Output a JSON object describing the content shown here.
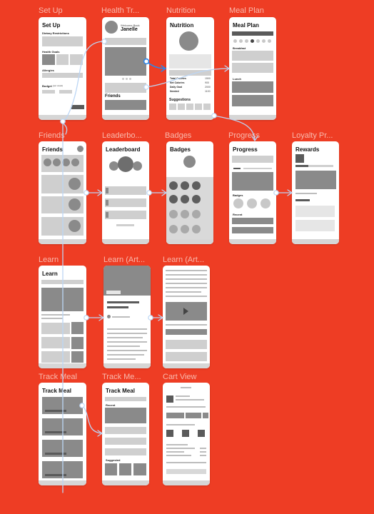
{
  "labels": {
    "setup": "Set Up",
    "health": "Health Tr...",
    "nutrition": "Nutrition",
    "mealplan": "Meal Plan",
    "friends": "Friends",
    "leaderboard": "Leaderbo...",
    "badges": "Badges",
    "progress": "Progress",
    "loyalty": "Loyalty Pr...",
    "learn": "Learn",
    "learn_art1": "Learn (Art...",
    "learn_art2": "Learn (Art...",
    "track_meal": "Track Meal",
    "track_me": "Track Me...",
    "cart_view": "Cart View"
  },
  "setup": {
    "title": "Set Up",
    "dietary": "Dietary Restrictions",
    "health_goals": "Health Goals",
    "allergies": "Allergies",
    "budget": "Budget",
    "budget_small": "(per week)"
  },
  "health": {
    "welcome": "Welcome Back",
    "name": "Janelle",
    "friends": "Friends"
  },
  "nutrition": {
    "title": "Nutrition",
    "rows": [
      {
        "label": "Total Calories",
        "value": "1500"
      },
      {
        "label": "Net Calories",
        "value": "900"
      },
      {
        "label": "Daily Goal",
        "value": "2000"
      },
      {
        "label": "Needed",
        "value": "1100"
      }
    ],
    "suggestions": "Suggestions"
  },
  "mealplan": {
    "title": "Meal Plan",
    "breakfast": "Breakfast",
    "lunch": "Lunch"
  },
  "friends": {
    "title": "Friends"
  },
  "leaderboard": {
    "title": "Leaderboard"
  },
  "badges": {
    "title": "Badges"
  },
  "progress": {
    "title": "Progress",
    "badges": "Badges",
    "recent": "Recent"
  },
  "rewards": {
    "title": "Rewards"
  },
  "learn": {
    "title": "Learn"
  },
  "track_meal": {
    "title": "Track Meal"
  },
  "track_meal2": {
    "title": "Track Meal",
    "recent": "Recent",
    "suggested": "Suggested"
  },
  "colors": {
    "background": "#ee3d24",
    "connector": "#bcd6f5",
    "highlight": "#2f86e8"
  }
}
